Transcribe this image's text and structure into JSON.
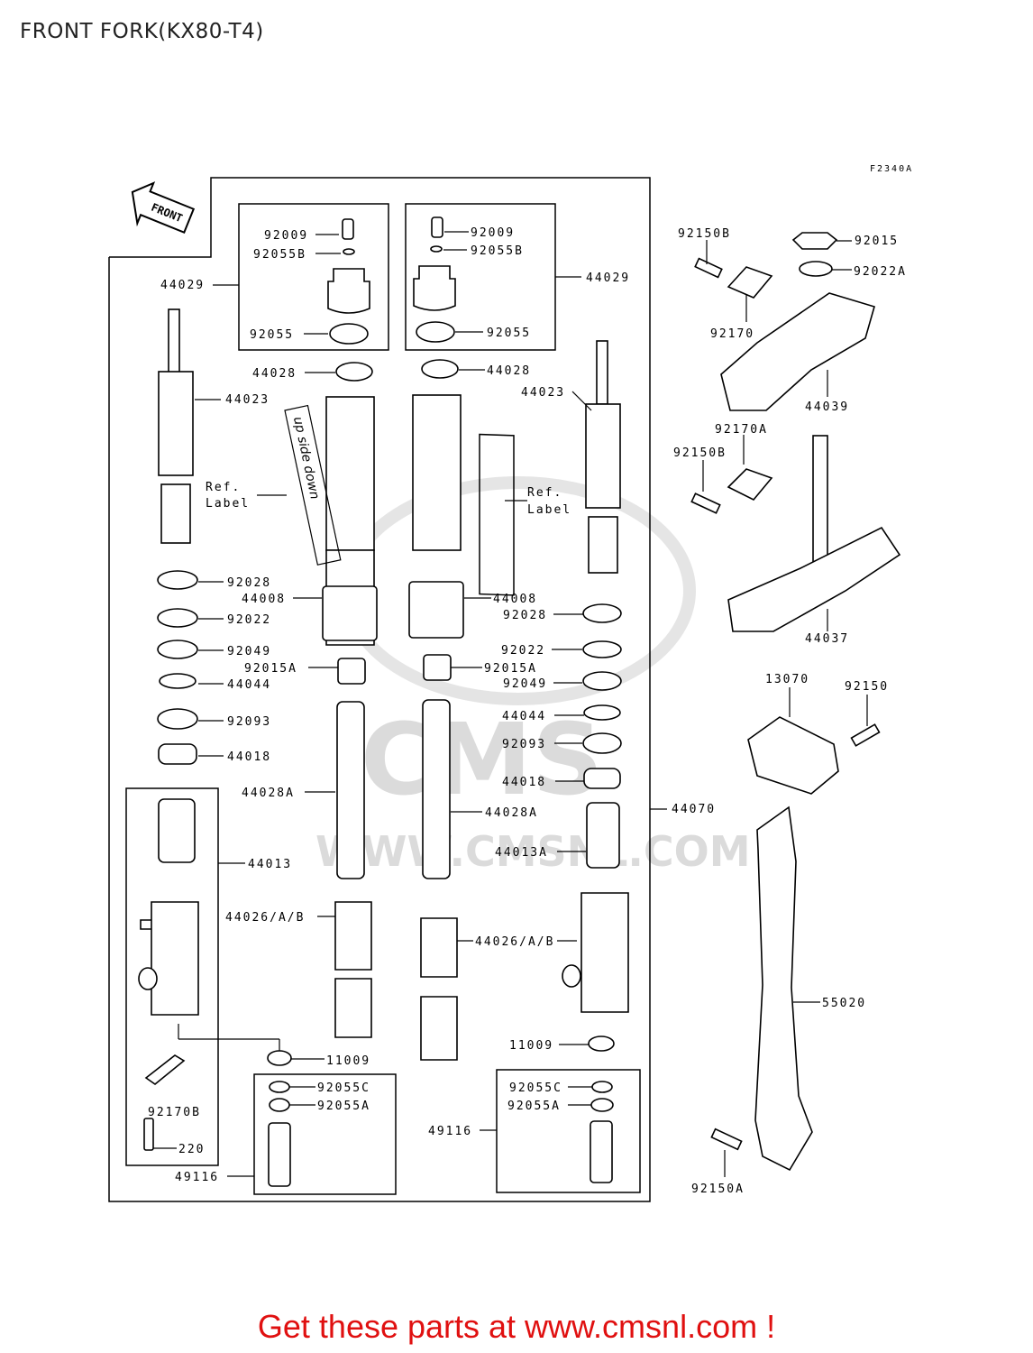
{
  "title": "FRONT FORK(KX80-T4)",
  "figure_code": "F2340A",
  "front_label": "FRONT",
  "ref_label": [
    "Ref.",
    "Label"
  ],
  "sticker_text": "up side down",
  "watermark": {
    "brand": "CMS",
    "url": "WWW.CMSNL.COM"
  },
  "part_labels": {
    "p44029_l": "44029",
    "p44029_r": "44029",
    "p92009_l": "92009",
    "p92009_r": "92009",
    "p92055B_l": "92055B",
    "p92055B_r": "92055B",
    "p92055_l": "92055",
    "p92055_r": "92055",
    "p44028_l": "44028",
    "p44028_r": "44028",
    "p44023_l": "44023",
    "p44023_r": "44023",
    "p92028_l": "92028",
    "p92028_r": "92028",
    "p44008_l": "44008",
    "p44008_r": "44008",
    "p92022_l": "92022",
    "p92022_r": "92022",
    "p92049_l": "92049",
    "p92049_r": "92049",
    "p92015A_l": "92015A",
    "p92015A_r": "92015A",
    "p44044_l": "44044",
    "p44044_r": "44044",
    "p92093_l": "92093",
    "p92093_r": "92093",
    "p44018_l": "44018",
    "p44018_r": "44018",
    "p44028A_l": "44028A",
    "p44028A_r": "44028A",
    "p44013": "44013",
    "p44013A": "44013A",
    "p44026_l": "44026/A/B",
    "p44026_r": "44026/A/B",
    "p11009_l": "11009",
    "p11009_r": "11009",
    "p92055C_l": "92055C",
    "p92055C_r": "92055C",
    "p92055A_l": "92055A",
    "p92055A_r": "92055A",
    "p49116_l": "49116",
    "p49116_r": "49116",
    "p92170B": "92170B",
    "p220": "220",
    "p44070": "44070",
    "p92150B_a": "92150B",
    "p92150B_b": "92150B",
    "p92170": "92170",
    "p92170A": "92170A",
    "p92015": "92015",
    "p92022A": "92022A",
    "p44039": "44039",
    "p44037": "44037",
    "p13070": "13070",
    "p92150": "92150",
    "p55020": "55020",
    "p92150A": "92150A"
  },
  "footer": "Get these parts at www.cmsnl.com !"
}
